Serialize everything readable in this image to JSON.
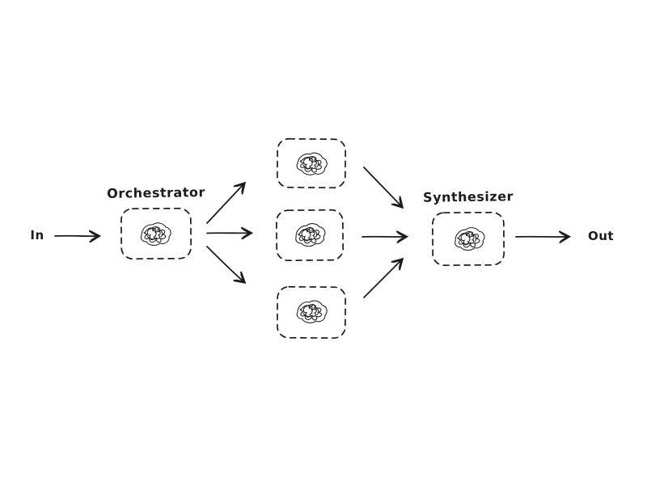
{
  "diagram": {
    "type": "flow-diagram",
    "style": "hand-drawn-sketch",
    "background_color": "#ffffff",
    "ink_color": "#1c1c1c",
    "labels": {
      "input": "In",
      "orchestrator": "Orchestrator",
      "synthesizer": "Synthesizer",
      "output": "Out"
    },
    "nodes": [
      {
        "id": "orchestrator",
        "label": "Orchestrator",
        "icon": "brain-scribble-icon",
        "border": "dashed"
      },
      {
        "id": "worker-1",
        "label": "",
        "icon": "brain-scribble-icon",
        "border": "dashed"
      },
      {
        "id": "worker-2",
        "label": "",
        "icon": "brain-scribble-icon",
        "border": "dashed"
      },
      {
        "id": "worker-3",
        "label": "",
        "icon": "brain-scribble-icon",
        "border": "dashed"
      },
      {
        "id": "synthesizer",
        "label": "Synthesizer",
        "icon": "brain-scribble-icon",
        "border": "dashed"
      }
    ],
    "edges": [
      {
        "from": "in",
        "to": "orchestrator"
      },
      {
        "from": "orchestrator",
        "to": "worker-1"
      },
      {
        "from": "orchestrator",
        "to": "worker-2"
      },
      {
        "from": "orchestrator",
        "to": "worker-3"
      },
      {
        "from": "worker-1",
        "to": "synthesizer"
      },
      {
        "from": "worker-2",
        "to": "synthesizer"
      },
      {
        "from": "worker-3",
        "to": "synthesizer"
      },
      {
        "from": "synthesizer",
        "to": "out"
      }
    ]
  }
}
